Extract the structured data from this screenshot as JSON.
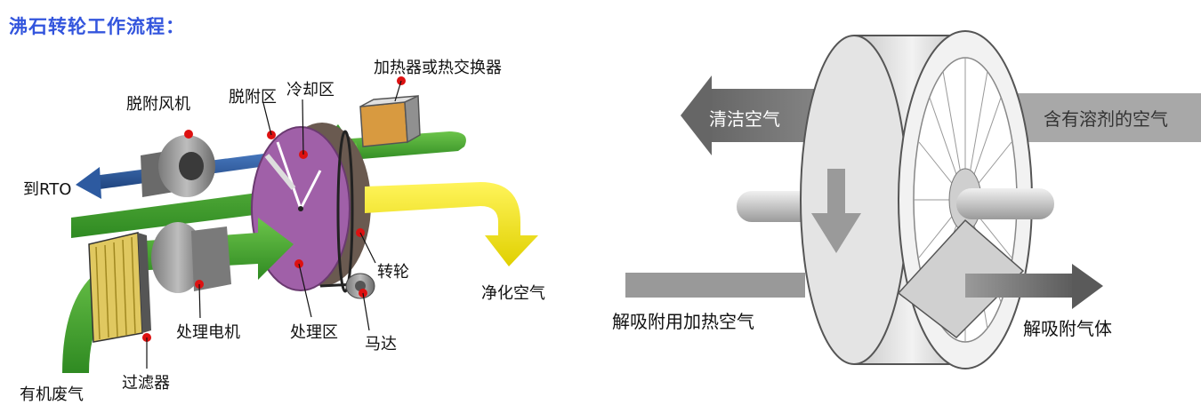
{
  "title": "沸石转轮工作流程：",
  "left_diagram": {
    "heater": "加热器或热交换器",
    "desorb_fan": "脱附风机",
    "desorb_zone": "脱附区",
    "cooling_zone": "冷却区",
    "to_rto": "到RTO",
    "rotor": "转轮",
    "clean_air": "净化空气",
    "process_motor": "处理电机",
    "process_zone": "处理区",
    "motor": "马达",
    "filter": "过滤器",
    "organic_gas": "有机废气"
  },
  "right_diagram": {
    "clean_air": "清洁空气",
    "solvent_air": "含有溶剂的空气",
    "desorb_heat_air": "解吸附用加热空气",
    "desorb_gas": "解吸附气体"
  },
  "colors": {
    "title": "#3355dd",
    "green_duct": "#3a9a2a",
    "blue_arrow": "#2d5aa0",
    "yellow_arrow": "#f0e020",
    "rotor_face": "#a060a8",
    "label_dot": "#dd1111"
  }
}
